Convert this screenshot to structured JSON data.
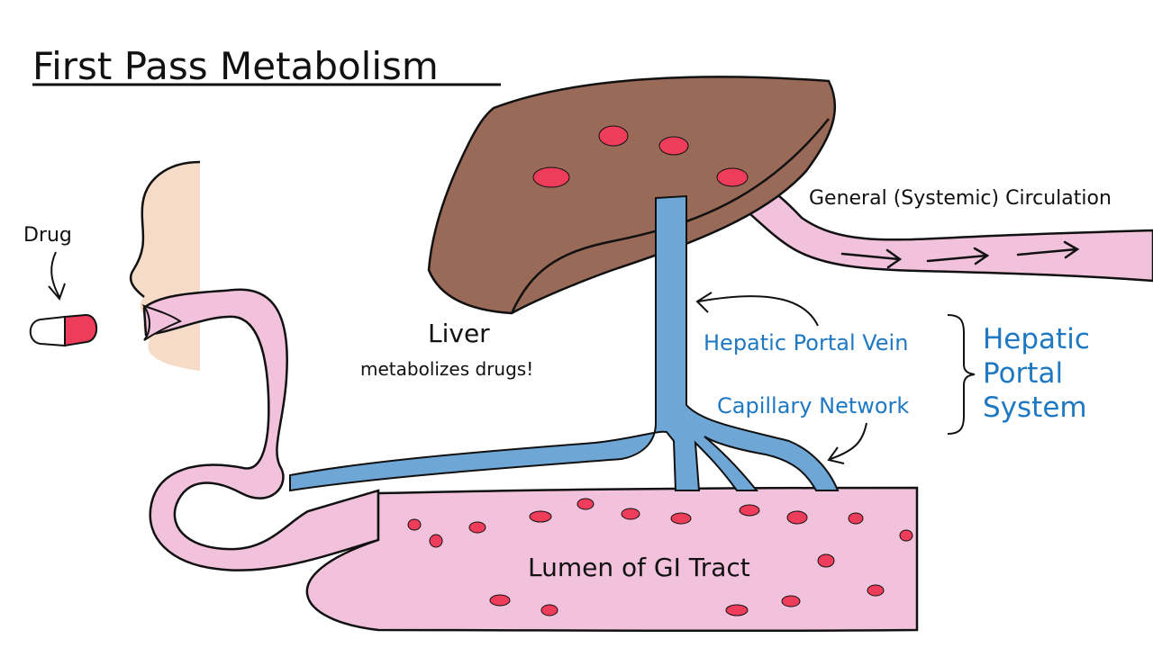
{
  "title": "First Pass Metabolism",
  "labels": {
    "drug": "Drug",
    "liver": "Liver",
    "liver_note": "metabolizes drugs!",
    "circulation": "General (Systemic) Circulation",
    "portal_vein": "Hepatic Portal Vein",
    "capillary": "Capillary Network",
    "system_line1": "Hepatic",
    "system_line2": "Portal",
    "system_line3": "System",
    "lumen": "Lumen of GI Tract"
  },
  "colors": {
    "liver": "#9a6a58",
    "vessel_blue": "#6ea6d6",
    "tract_pink": "#f2c2dc",
    "face": "#f6dcc8",
    "drug_particle": "#ee3d5a",
    "label_blue": "#1e78c2",
    "outline": "#111111"
  }
}
